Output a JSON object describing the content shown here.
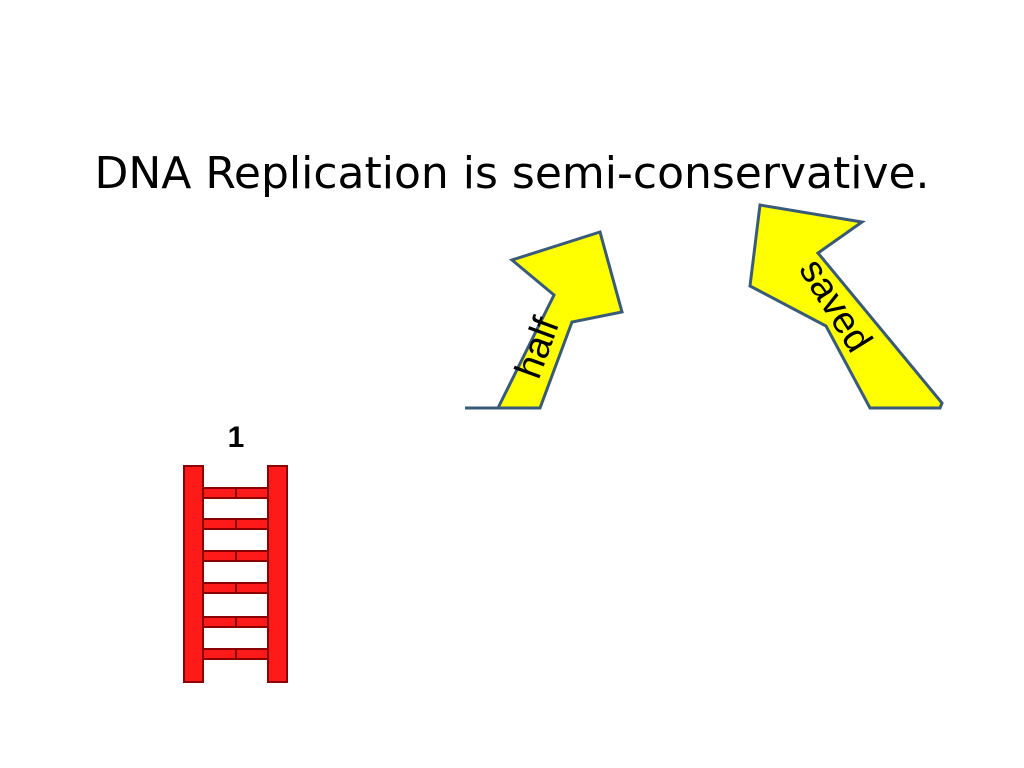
{
  "slide": {
    "title": "DNA Replication is semi-conservative.",
    "arrows": [
      {
        "label": "half",
        "fill": "#ffff00",
        "stroke": "#3a5a7a"
      },
      {
        "label": "saved",
        "fill": "#ffff00",
        "stroke": "#3a5a7a"
      }
    ],
    "ladder": {
      "number_label": "1",
      "color": "#ff1a1a",
      "outline": "#b00000"
    }
  }
}
